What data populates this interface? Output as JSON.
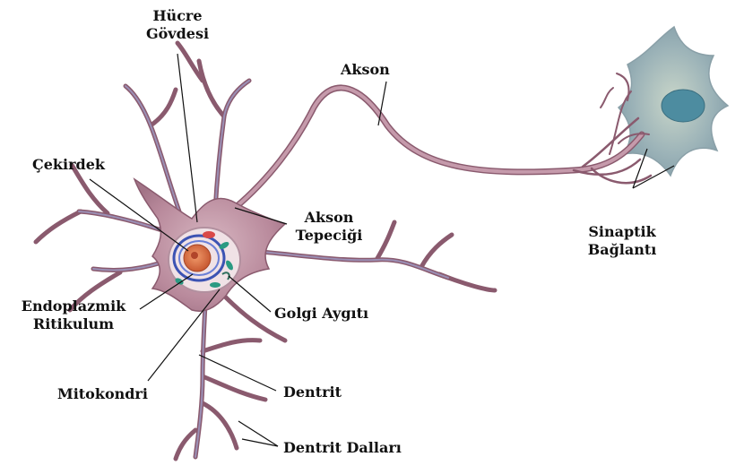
{
  "diagram": {
    "labels": {
      "cell_body": [
        "Hücre",
        "Gövdesi"
      ],
      "axon": "Akson",
      "nucleus": "Çekirdek",
      "axon_hillock": [
        "Akson",
        "Tepeciği"
      ],
      "synaptic_connection": [
        "Sinaptik",
        "Bağlantı"
      ],
      "endoplasmic_reticulum": [
        "Endoplazmik",
        "Ritikulum"
      ],
      "golgi": "Golgi Aygıtı",
      "mitochondria": "Mitokondri",
      "dendrite": "Dentrit",
      "dendrite_branches": "Dentrit Dalları"
    },
    "colors": {
      "neuron_fill": "#b98a9c",
      "neuron_stroke": "#8a5a6e",
      "dendrite_stroke": "#9b8fb5",
      "nucleus": "#d9683e",
      "target_cell": "#9cb3b8",
      "target_nucleus": "#4d8ca0",
      "label_text": "#111111"
    }
  }
}
